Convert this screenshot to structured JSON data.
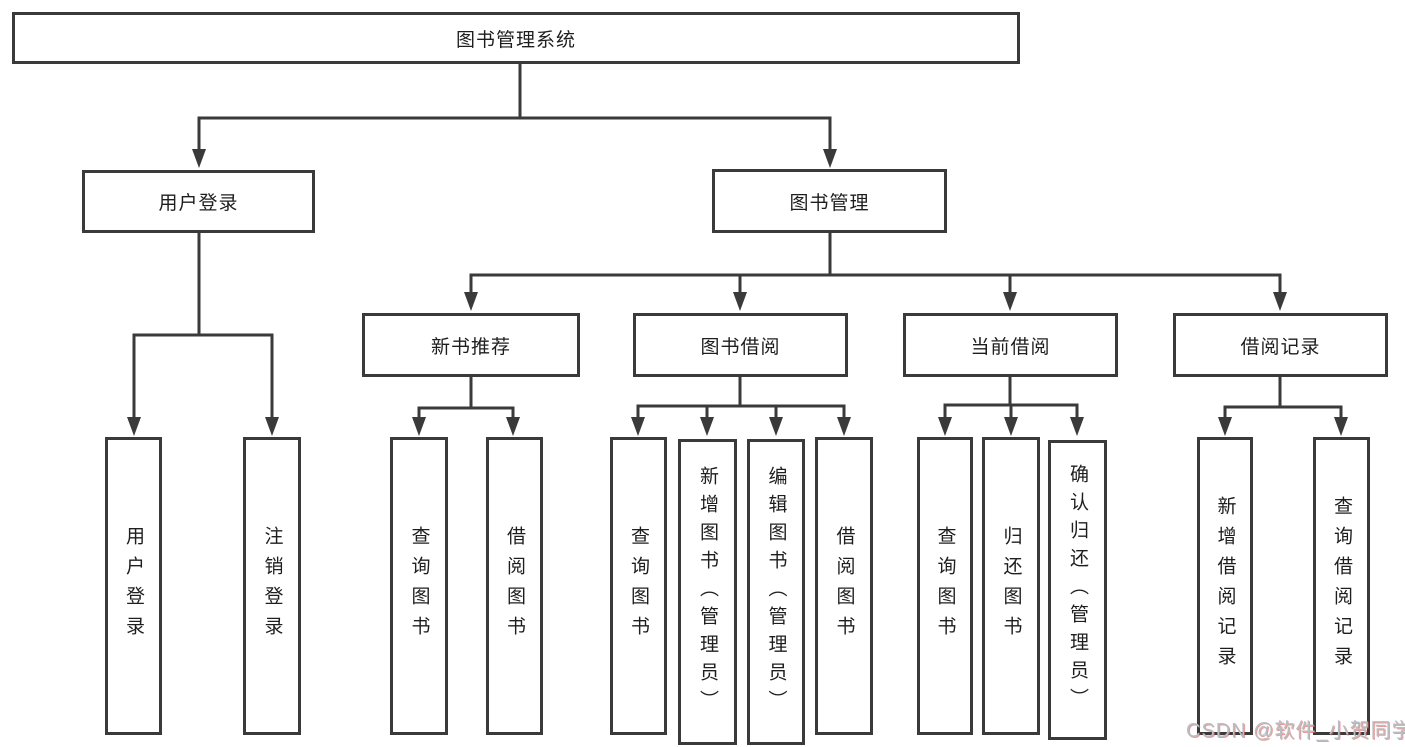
{
  "tree": {
    "root": "图书管理系统",
    "level2": [
      {
        "label": "用户登录"
      },
      {
        "label": "图书管理"
      }
    ],
    "level3": [
      {
        "label": "新书推荐"
      },
      {
        "label": "图书借阅"
      },
      {
        "label": "当前借阅"
      },
      {
        "label": "借阅记录"
      }
    ],
    "leaves": {
      "user_login": [
        "用户登录",
        "注销登录"
      ],
      "new_book": [
        "查询图书",
        "借阅图书"
      ],
      "book_borrow": [
        "查询图书",
        "新增图书（管理员）",
        "编辑图书（管理员）",
        "借阅图书"
      ],
      "current_borrow": [
        "查询图书",
        "归还图书",
        "确认归还（管理员）"
      ],
      "borrow_record": [
        "新增借阅记录",
        "查询借阅记录"
      ]
    }
  },
  "watermark": {
    "text": "CSDN @软件_小贺同学"
  },
  "colors": {
    "line": "#3a3a3a",
    "text": "#1e1e1e",
    "background": "#ffffff",
    "watermark": "#b9bdc4",
    "watermark_shadow": "#d96a63"
  }
}
